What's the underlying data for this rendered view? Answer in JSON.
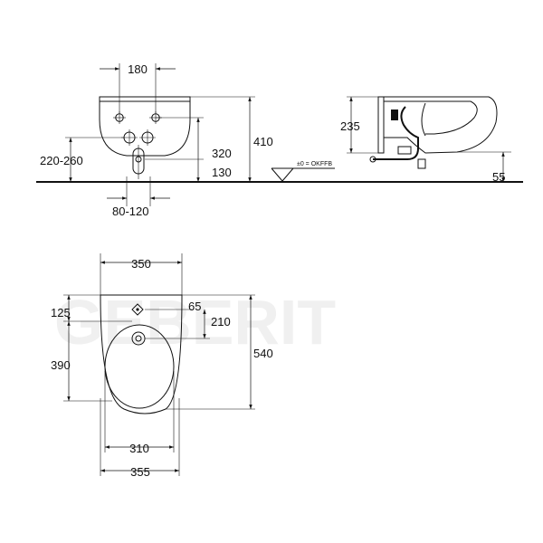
{
  "front_view": {
    "dim_top": "180",
    "dim_left": "220-260",
    "dim_bottom": "80-120",
    "dim_mid_1": "320",
    "dim_mid_2": "130",
    "dim_height": "410"
  },
  "side_view": {
    "dim_height": "235",
    "dim_floor": "55",
    "floor_label": "±0 = OKFFB"
  },
  "top_view": {
    "dim_width_top": "350",
    "dim_left_1": "125",
    "dim_left_2": "390",
    "dim_hole": "65",
    "dim_right_1": "210",
    "dim_depth": "540",
    "dim_bowl_width": "310",
    "dim_width_bottom": "355"
  }
}
